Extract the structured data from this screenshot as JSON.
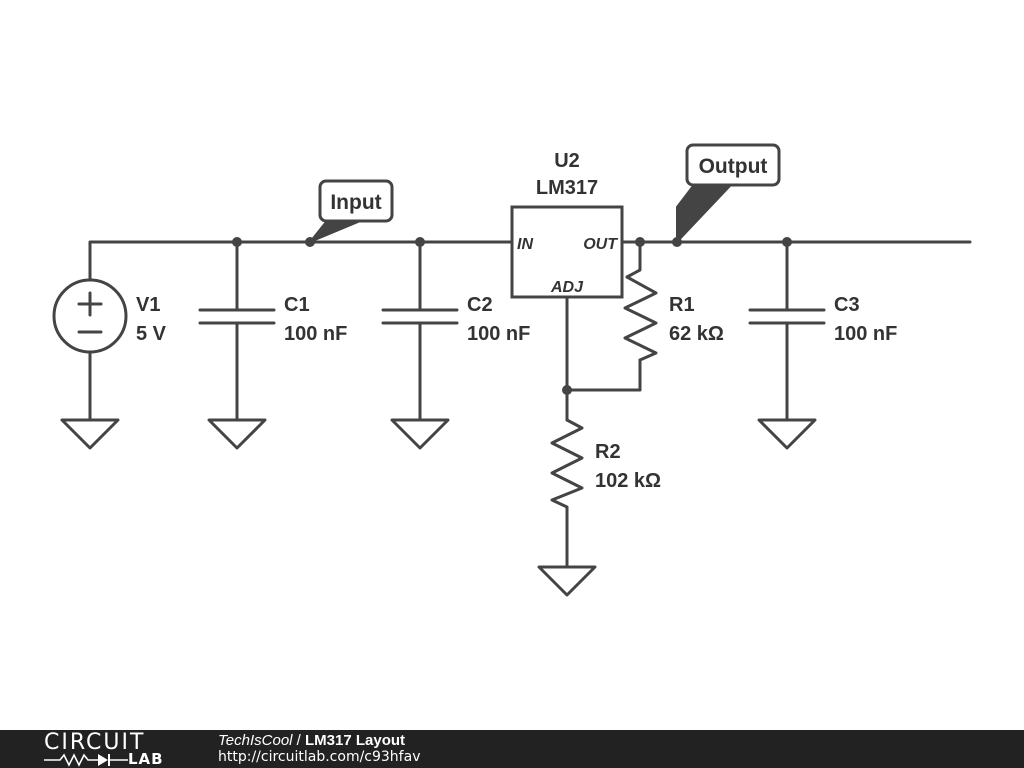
{
  "schematic": {
    "source": {
      "name": "V1",
      "value": "5 V"
    },
    "caps": [
      {
        "name": "C1",
        "value": "100 nF"
      },
      {
        "name": "C2",
        "value": "100 nF"
      },
      {
        "name": "C3",
        "value": "100 nF"
      }
    ],
    "resistors": [
      {
        "name": "R1",
        "value": "62 kΩ"
      },
      {
        "name": "R2",
        "value": "102 kΩ"
      }
    ],
    "regulator": {
      "name": "U2",
      "part": "LM317",
      "pin_in": "IN",
      "pin_out": "OUT",
      "pin_adj": "ADJ"
    },
    "flags": {
      "input": "Input",
      "output": "Output"
    }
  },
  "footer": {
    "logo_top": "CIRCUIT",
    "logo_bottom": "LAB",
    "author": "TechIsCool",
    "separator": " / ",
    "title": "LM317 Layout",
    "url": "http://circuitlab.com/c93hfav"
  }
}
